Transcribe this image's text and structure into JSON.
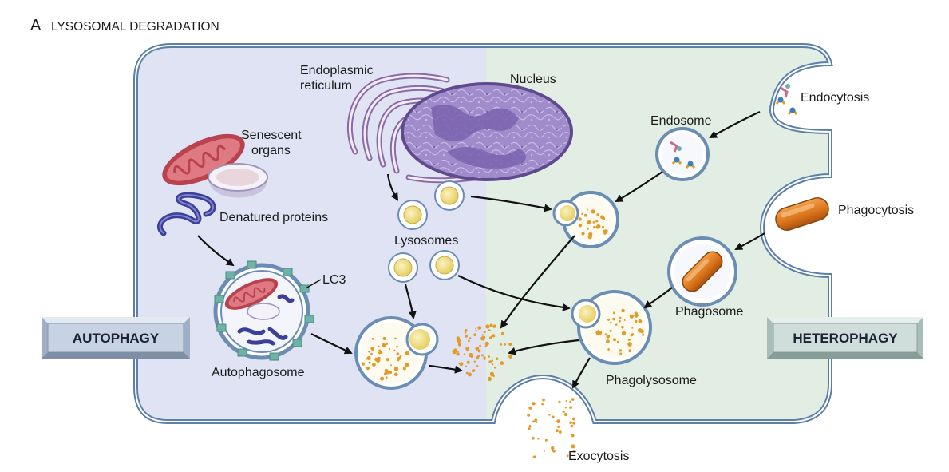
{
  "figure": {
    "panel_letter": "A",
    "title": "LYSOSOMAL DEGRADATION"
  },
  "labels": {
    "er_line1": "Endoplasmic",
    "er_line2": "reticulum",
    "nucleus": "Nucleus",
    "senescent_line1": "Senescent",
    "senescent_line2": "organs",
    "denatured_proteins": "Denatured proteins",
    "lysosomes": "Lysosomes",
    "lc3": "LC3",
    "autophagosome": "Autophagosome",
    "endosome": "Endosome",
    "endocytosis": "Endocytosis",
    "phagocytosis": "Phagocytosis",
    "phagosome": "Phagosome",
    "phagolysosome": "Phagolysosome",
    "exocytosis": "Exocytosis"
  },
  "side_boxes": {
    "left": "AUTOPHAGY",
    "right": "HETEROPHAGY"
  },
  "colors": {
    "left_region": "#dfe3f4",
    "right_region": "#e2eee3",
    "membrane": "#5b7fa8",
    "mitochondrion": "#c9545e",
    "protein": "#4a4fa3",
    "lysosome_yellow": "#f0df8a",
    "dots_orange": "#e39a28",
    "bacterium": "#d97a1e",
    "lc3_teal": "#6fb3a8",
    "nucleus": "#9a86c4",
    "box_fill": "#c7d3e2"
  }
}
